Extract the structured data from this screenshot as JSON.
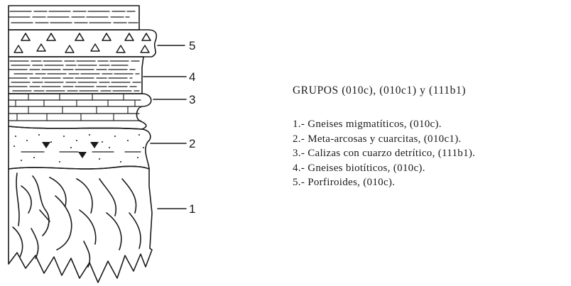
{
  "diagram": {
    "layer_labels": [
      "5",
      "4",
      "3",
      "2",
      "1"
    ]
  },
  "legend": {
    "title": "GRUPOS (010c), (010c1) y (111b1)",
    "items": [
      "1.- Gneises migmatíticos, (010c).",
      "2.- Meta-arcosas y cuarcitas, (010c1).",
      "3.- Calizas con cuarzo detrítico, (111b1).",
      "4.- Gneises biotíticos, (010c).",
      "5.- Porfiroides, (010c)."
    ]
  }
}
